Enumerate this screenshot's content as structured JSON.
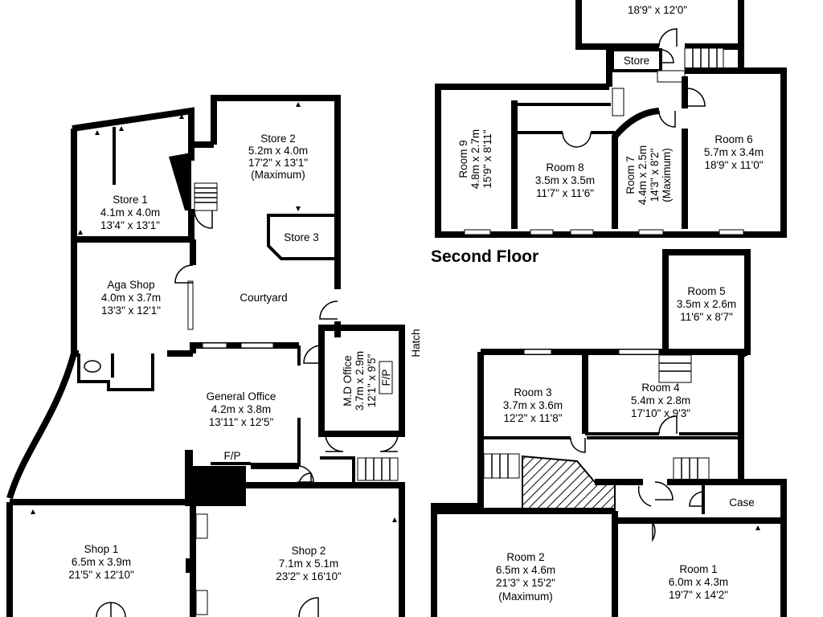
{
  "floors": {
    "second_floor_title": "Second Floor"
  },
  "rooms": {
    "top_partial": {
      "area": "18'9\" x 12'0\""
    },
    "store_top": {
      "name": "Store"
    },
    "store1": {
      "name": "Store 1",
      "metric": "4.1m x 4.0m",
      "imperial": "13'4\" x 13'1\""
    },
    "store2": {
      "name": "Store 2",
      "metric": "5.2m x 4.0m",
      "imperial": "17'2\" x 13'1\"",
      "note": "(Maximum)"
    },
    "store3": {
      "name": "Store 3"
    },
    "aga_shop": {
      "name": "Aga Shop",
      "metric": "4.0m x 3.7m",
      "imperial": "13'3\" x 12'1\""
    },
    "courtyard": {
      "name": "Courtyard"
    },
    "md_office": {
      "name": "M.D Office",
      "metric": "3.7m x 2.9m",
      "imperial": "12'1\" x 9'5\""
    },
    "fp_md": {
      "name": "F/P"
    },
    "hatch": {
      "name": "Hatch"
    },
    "general_office": {
      "name": "General Office",
      "metric": "4.2m x 3.8m",
      "imperial": "13'11\" x 12'5\""
    },
    "fp_general": {
      "name": "F/P"
    },
    "shop1": {
      "name": "Shop 1",
      "metric": "6.5m x 3.9m",
      "imperial": "21'5\" x 12'10\""
    },
    "shop2": {
      "name": "Shop 2",
      "metric": "7.1m x 5.1m",
      "imperial": "23'2\" x 16'10\""
    },
    "room9": {
      "name": "Room 9",
      "metric": "4.8m x 2.7m",
      "imperial": "15'9\" x 8'11\""
    },
    "room8": {
      "name": "Room 8",
      "metric": "3.5m x 3.5m",
      "imperial": "11'7\" x 11'6\""
    },
    "room7": {
      "name": "Room 7",
      "metric": "4.4m x 2.5m",
      "imperial": "14'3\" x 8'2\"",
      "note": "(Maximum)"
    },
    "room6": {
      "name": "Room 6",
      "metric": "5.7m x 3.4m",
      "imperial": "18'9\" x 11'0\""
    },
    "room5": {
      "name": "Room 5",
      "metric": "3.5m x 2.6m",
      "imperial": "11'6\" x 8'7\""
    },
    "room4": {
      "name": "Room 4",
      "metric": "5.4m x 2.8m",
      "imperial": "17'10\" x 9'3\""
    },
    "room3": {
      "name": "Room 3",
      "metric": "3.7m x 3.6m",
      "imperial": "12'2\" x 11'8\""
    },
    "room2": {
      "name": "Room 2",
      "metric": "6.5m x 4.6m",
      "imperial": "21'3\" x 15'2\"",
      "note": "(Maximum)"
    },
    "room1": {
      "name": "Room 1",
      "metric": "6.0m x 4.3m",
      "imperial": "19'7\" x 14'2\""
    },
    "case": {
      "name": "Case"
    }
  }
}
